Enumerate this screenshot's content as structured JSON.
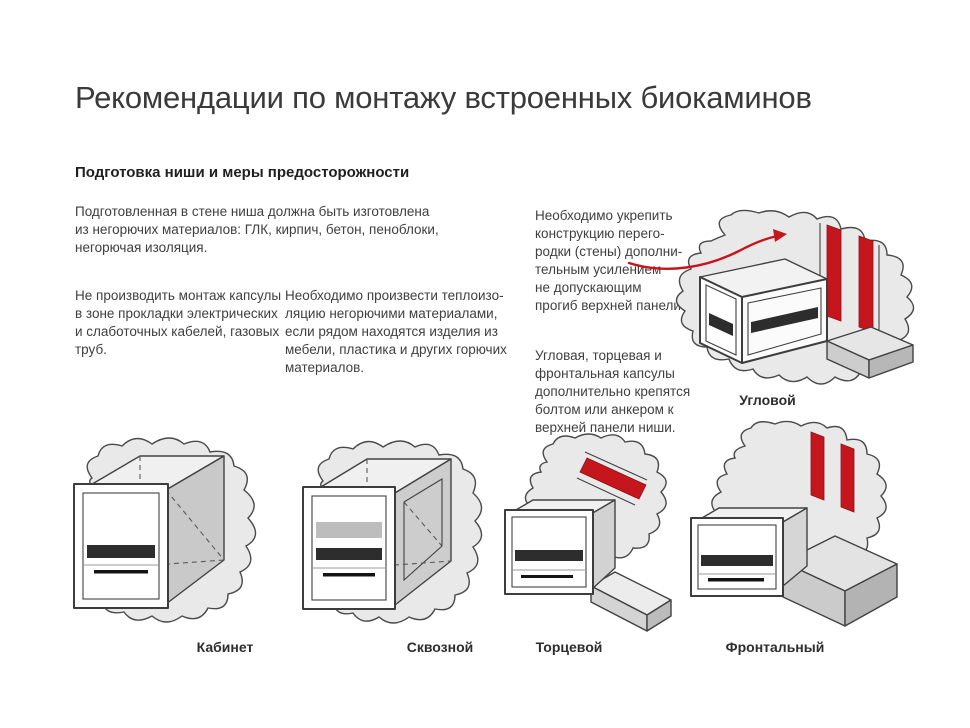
{
  "page": {
    "title": "Рекомендации по монтажу встроенных биокаминов",
    "section_heading": "Подготовка ниши и меры предосторожности"
  },
  "paragraphs": {
    "niche_materials": "Подготовленная в стене ниша должна быть изготовлена\nиз негорючих материалов: ГЛК, кирпич, бетон, пеноблоки,\nнегорючая изоляция.",
    "no_cables": "Не производить монтаж капсулы\nв зоне прокладки электрических\nи слаботочных кабелей, газовых\nтруб.",
    "insulation": "Необходимо произвести теплоизо-\nляцию негорючими материалами,\nесли рядом находятся изделия из\nмебели, пластика и других горючих\nматериалов.",
    "reinforcement": "Необходимо укрепить\nконструкцию перего-\nродки (стены) дополни-\nтельным усилением\nне допускающим\nпрогиб верхней панели.",
    "anchoring": "Угловая, торцевая и\nфронтальная капсулы\nдополнительно крепятся\nболтом или анкером к\nверхней панели ниши."
  },
  "diagrams": {
    "corner": {
      "label": "Угловой"
    },
    "cabinet": {
      "label": "Кабинет"
    },
    "through": {
      "label": "Сквозной"
    },
    "end": {
      "label": "Торцевой"
    },
    "frontal": {
      "label": "Фронтальный"
    }
  },
  "colors": {
    "accent_red": "#c4161c",
    "text": "#3f3f3f"
  }
}
